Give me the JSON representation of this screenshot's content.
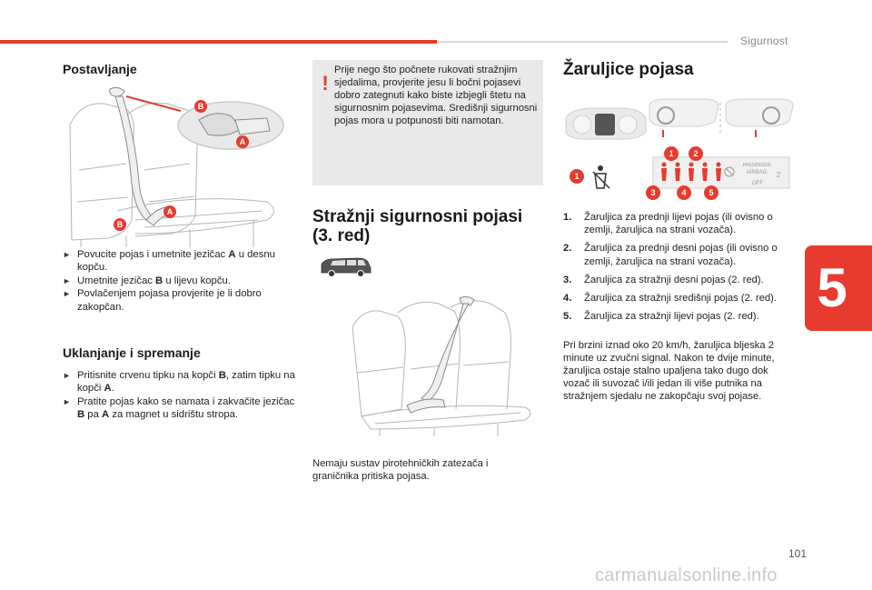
{
  "header": {
    "section": "Sigurnost",
    "chapter": "5",
    "page_number": "101"
  },
  "watermark": "carmanualsonline.info",
  "postavljanje": {
    "title": "Postavljanje",
    "steps": [
      {
        "pre": "Povucite pojas i umetnite jezičac ",
        "key": "A",
        "post": " u desnu kopču."
      },
      {
        "pre": "Umetnite jezičac ",
        "key": "B",
        "post": " u lijevu kopču."
      },
      {
        "pre": "Povlačenjem pojasa provjerite je li dobro zakopčan.",
        "key": "",
        "post": ""
      }
    ]
  },
  "uklanjanje": {
    "title": "Uklanjanje i spremanje",
    "steps": [
      {
        "p1": "Pritisnite crvenu tipku na kopči ",
        "k1": "B",
        "p2": ", zatim tipku na kopči ",
        "k2": "A",
        "p3": "."
      },
      {
        "p1": "Pratite pojas kako se namata i zakvačite jezičac ",
        "k1": "B",
        "p2": " pa ",
        "k2": "A",
        "p3": " za magnet u sidrištu stropa."
      }
    ]
  },
  "warning": {
    "icon": "!",
    "text": "Prije nego što počnete rukovati stražnjim sjedalima, provjerite jesu li bočni pojasevi dobro zategnuti kako biste izbjegli štetu na sigurnosnim pojasevima. Središnji sigurnosni pojas mora u potpunosti biti namotan."
  },
  "rear_belts": {
    "title": "Stražnji sigurnosni pojasi (3. red)",
    "note": "Nemaju sustav pirotehničkih zatezača i graničnika pritiska pojasa."
  },
  "lamps": {
    "title": "Žaruljice pojasa",
    "panel_text": {
      "line1": "PASSENGER",
      "line2": "AIRBAG",
      "off": "OFF",
      "two": "2"
    },
    "callouts": [
      "1",
      "1",
      "2",
      "3",
      "4",
      "5"
    ],
    "items": [
      {
        "num": "1.",
        "text": "Žaruljica za prednji lijevi pojas (ili ovisno o zemlji, žaruljica na strani vozača)."
      },
      {
        "num": "2.",
        "text": "Žaruljica za prednji desni pojas (ili ovisno o zemlji, žaruljica na strani vozača)."
      },
      {
        "num": "3.",
        "text": "Žaruljica za stražnji desni pojas (2. red)."
      },
      {
        "num": "4.",
        "text": "Žaruljica za stražnji središnji pojas (2. red)."
      },
      {
        "num": "5.",
        "text": "Žaruljica za stražnji lijevi pojas (2. red)."
      }
    ],
    "paragraph": "Pri brzini iznad oko 20 km/h, žaruljica bljeska 2 minute uz zvučni signal. Nakon te dvije minute, žaruljica ostaje stalno upaljena tako dugo dok vozač ili suvozač i/ili jedan ili više putnika na stražnjem sjedalu ne zakopčaju svoj pojase."
  },
  "figure_labels": {
    "a": "A",
    "b": "B"
  },
  "colors": {
    "accent": "#e63b2e",
    "warning_bg": "#e9e9e9",
    "muted": "#8a8a8a"
  }
}
